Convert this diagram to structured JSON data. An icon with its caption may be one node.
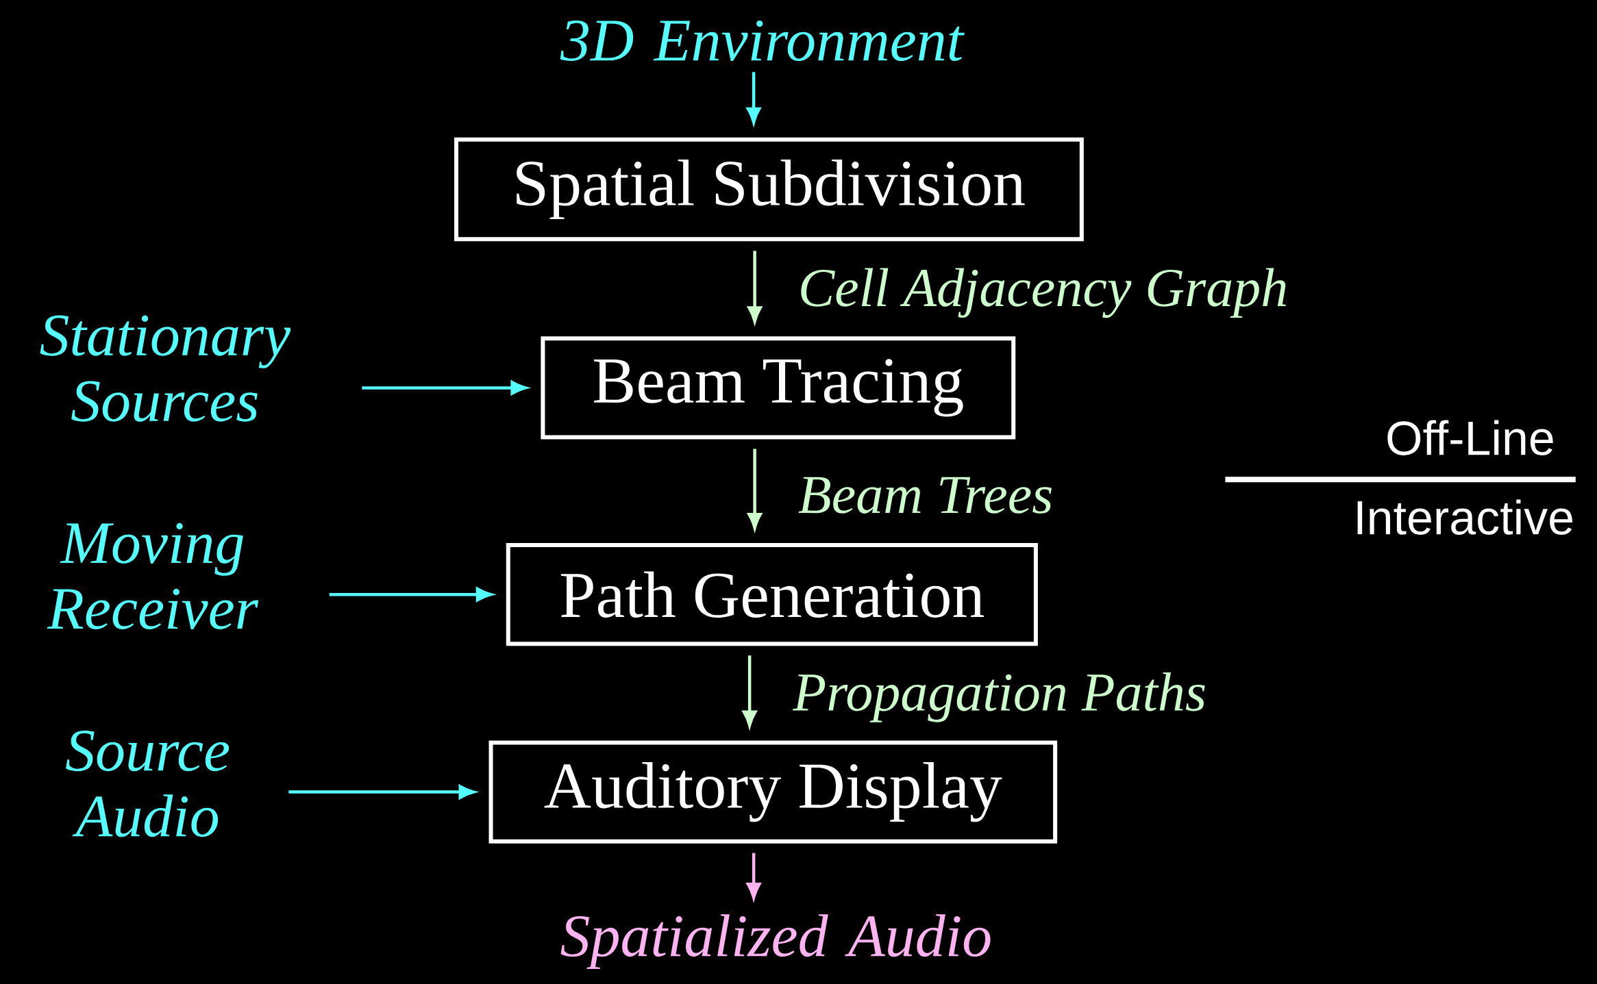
{
  "diagram": {
    "nodes": [
      {
        "text": [
          "3D Environment"
        ]
      },
      {
        "text": [
          "Spatial Subdivision"
        ]
      },
      {
        "text": [
          "Beam Tracing"
        ]
      },
      {
        "text": [
          "Path Generation"
        ]
      },
      {
        "text": [
          "Auditory Display"
        ]
      },
      {
        "text": [
          "Stationary Sources"
        ]
      },
      {
        "text": [
          "Moving Receiver"
        ]
      },
      {
        "text": [
          "Source Audio"
        ]
      },
      {
        "text": [
          "Spatialized Audio"
        ]
      }
    ],
    "edges": [
      {
        "from": 0,
        "to": 1,
        "arrow": "to"
      },
      {
        "from": 1,
        "to": 2,
        "arrow": "to",
        "label": "Cell Adjacency Graph",
        "color": "#ccffcc"
      },
      {
        "from": 2,
        "to": 3,
        "arrow": "to",
        "label": "Beam Trees",
        "color": "#ccffcc"
      },
      {
        "from": 3,
        "to": 4,
        "arrow": "to",
        "label": "Propagation Paths",
        "color": "#ccffcc"
      },
      {
        "from": 4,
        "to": 8,
        "arrow": "to",
        "color": "#ffb3f0"
      },
      {
        "from": 5,
        "to": 2,
        "arrow": "to"
      },
      {
        "from": 6,
        "to": 3,
        "arrow": "to"
      },
      {
        "from": 7,
        "to": 4,
        "arrow": "to"
      }
    ],
    "labels": [
      "Off-Line",
      "Interactive"
    ]
  }
}
